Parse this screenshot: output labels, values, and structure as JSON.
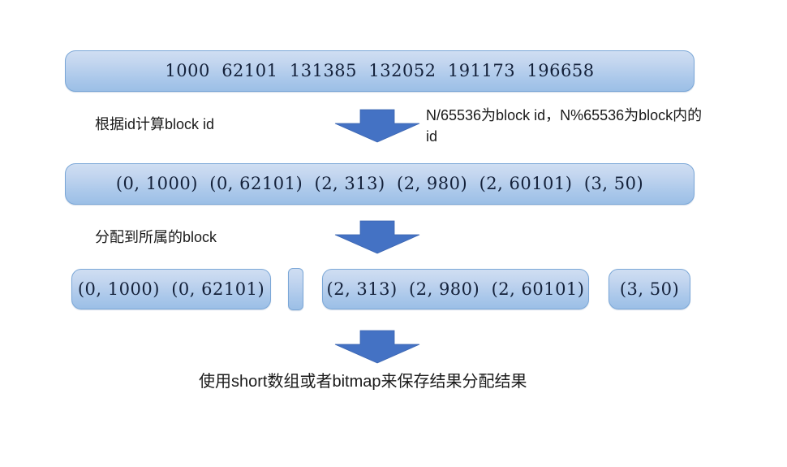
{
  "diagram": {
    "title_flow": "id to block id allocation flow",
    "row1": {
      "values": "1000  62101  131385  132052  191173  196658"
    },
    "row2": {
      "values": "(0, 1000)  (0, 62101)  (2, 313)  (2, 980)  (2, 60101)  (3, 50)"
    },
    "groups": [
      {
        "label": "(0, 1000)  (0, 62101)"
      },
      {
        "label": ""
      },
      {
        "label": "(2, 313)  (2, 980)  (2, 60101)"
      },
      {
        "label": "(3, 50)"
      }
    ],
    "captions": {
      "step1_left": "根据id计算block id",
      "step1_right": "N/65536为block id，N%65536为block内的id",
      "step2_left": "分配到所属的block",
      "step3_bottom": "使用short数组或者bitmap来保存结果分配结果"
    },
    "colors": {
      "box_fill_top": "#cfdef2",
      "box_fill_bottom": "#9cbfe6",
      "box_border": "#7ba7d7",
      "arrow_fill": "#4472c4",
      "arrow_stroke": "#3a64b0",
      "text": "#14213a",
      "background": "#ffffff"
    }
  }
}
